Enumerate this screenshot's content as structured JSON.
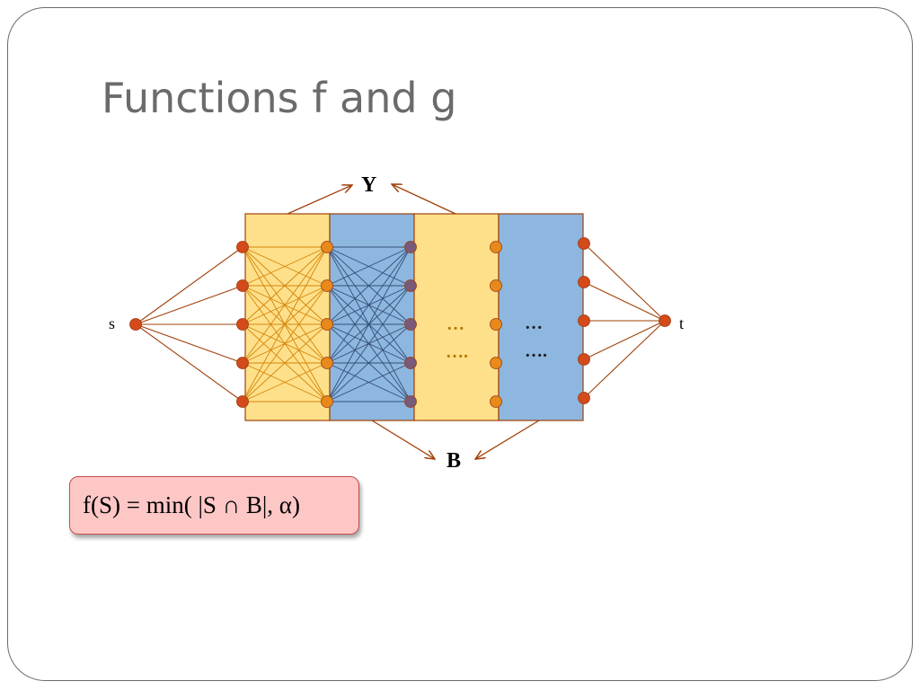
{
  "slide": {
    "title": "Functions f and g"
  },
  "diagram": {
    "source_label": "s",
    "sink_label": "t",
    "top_label": "Y",
    "bottom_label": "B",
    "ellipsis_short": "…",
    "ellipsis_long": "….",
    "colors": {
      "yellow_column": "#ffe08a",
      "blue_column": "#8db7df",
      "edge": "#a0400a",
      "node": "#d44a1a",
      "node_orange": "#e8891c",
      "node_purple": "#7a5a7a",
      "blue_mesh": "#34507a",
      "yellow_mesh": "#d4850a",
      "dots_yellow": "#b07a00",
      "dots_blue": "#1a1a1a"
    }
  },
  "formula": {
    "text": "f(S) = min( |S ∩ B|, α)"
  }
}
